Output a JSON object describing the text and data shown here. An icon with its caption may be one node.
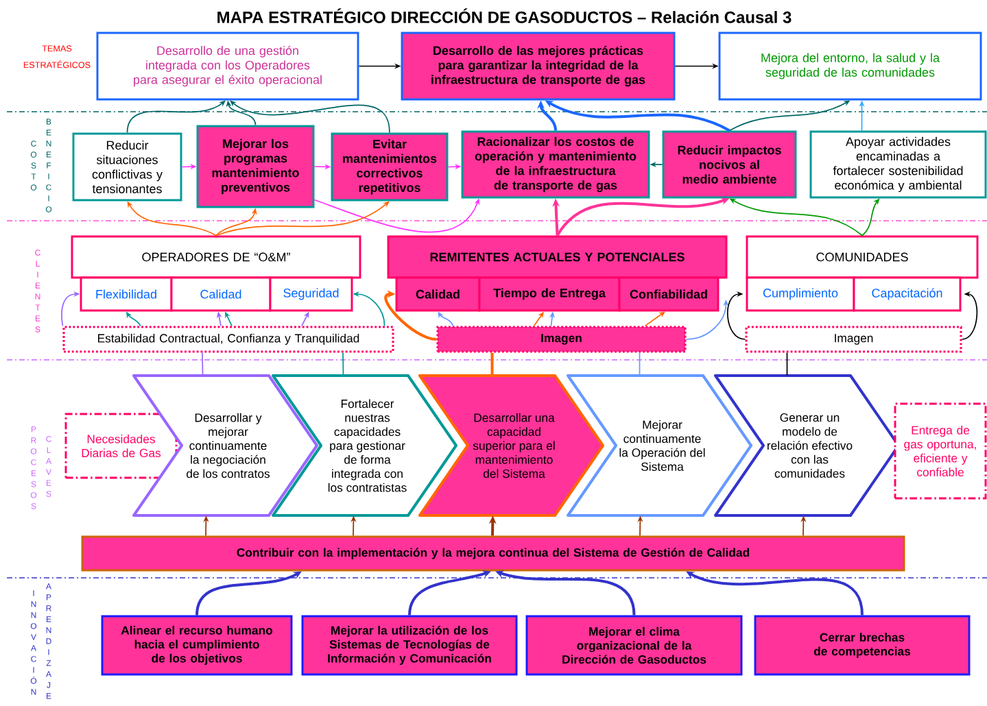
{
  "diagram": {
    "title": "MAPA ESTRATÉGICO DIRECCIÓN DE GASODUCTOS – Relación Causal 3",
    "nodes": [
      {
        "text": [
          "Desarrollo de una gestión integrada con los Operadores para asegurar el éxito operacional"
        ]
      },
      {
        "text": [
          "Desarrollo de las mejores prácticas para garantizar la integridad de la infraestructura de transporte de gas"
        ]
      },
      {
        "text": [
          "Mejora del entorno, la salud y la seguridad de las comunidades"
        ]
      },
      {
        "text": [
          "Reducir situaciones conflictivas y tensionantes"
        ]
      },
      {
        "text": [
          "Mejorar los programas mantenimiento preventivos"
        ]
      },
      {
        "text": [
          "Evitar mantenimientos correctivos repetitivos"
        ]
      },
      {
        "text": [
          "Racionalizar los costos de operación y mantenimiento de la infraestructura de transporte de gas"
        ]
      },
      {
        "text": [
          "Reducir impactos nocivos al medio ambiente"
        ]
      },
      {
        "text": [
          "Apoyar actividades encaminadas a fortalecer sostenibilidad económica y ambiental"
        ]
      },
      {
        "text": [
          "OPERADORES DE “O&M”"
        ]
      },
      {
        "text": [
          "Flexibilidad"
        ]
      },
      {
        "text": [
          "Calidad"
        ]
      },
      {
        "text": [
          "Seguridad"
        ]
      },
      {
        "text": [
          "REMITENTES ACTUALES Y POTENCIALES"
        ]
      },
      {
        "text": [
          "Calidad"
        ]
      },
      {
        "text": [
          "Tiempo de Entrega"
        ]
      },
      {
        "text": [
          "Confiabilidad"
        ]
      },
      {
        "text": [
          "COMUNIDADES"
        ]
      },
      {
        "text": [
          "Cumplimiento"
        ]
      },
      {
        "text": [
          "Capacitación"
        ]
      },
      {
        "text": [
          "Estabilidad Contractual, Confianza y Tranquilidad"
        ]
      },
      {
        "text": [
          "Imagen"
        ]
      },
      {
        "text": [
          "Imagen"
        ]
      },
      {
        "text": [
          "Necesidades Diarias de Gas"
        ]
      },
      {
        "text": [
          "Desarrollar y mejorar continuamente la negociación de los contratos"
        ]
      },
      {
        "text": [
          "Fortalecer nuestras capacidades para gestionar de forma integrada con los contratistas"
        ]
      },
      {
        "text": [
          "Desarrollar una capacidad superior para el mantenimiento del Sistema"
        ]
      },
      {
        "text": [
          "Mejorar continuamente la Operación del Sistema"
        ]
      },
      {
        "text": [
          "Generar un modelo de relación efectivo con las comunidades"
        ]
      },
      {
        "text": [
          "Entrega de gas oportuna, eficiente y confiable"
        ]
      },
      {
        "text": [
          "Contribuir con la implementación y la mejora continua del Sistema de Gestión de Calidad"
        ]
      },
      {
        "text": [
          "Alinear el recurso humano hacia el cumplimiento de los objetivos"
        ]
      },
      {
        "text": [
          "Mejorar la utilización de los Sistemas de Tecnologías de Información y Comunicación"
        ]
      },
      {
        "text": [
          "Mejorar el clima organizacional de la Dirección de Gasoductos"
        ]
      },
      {
        "text": [
          "Cerrar brechas de competencias"
        ]
      }
    ],
    "edges": [
      {
        "from": 0,
        "to": 1,
        "arrow": "to",
        "color": "#000000"
      },
      {
        "from": 1,
        "to": 2,
        "arrow": "to",
        "color": "#000000"
      },
      {
        "from": 3,
        "to": 0,
        "arrow": "to",
        "color": "#006666"
      },
      {
        "from": 4,
        "to": 0,
        "arrow": "to",
        "color": "#006666"
      },
      {
        "from": 5,
        "to": 0,
        "arrow": "to",
        "color": "#006666"
      },
      {
        "from": 3,
        "to": 4,
        "arrow": "to",
        "color": "#ff33ff"
      },
      {
        "from": 4,
        "to": 5,
        "arrow": "to",
        "color": "#ff33ff"
      },
      {
        "from": 5,
        "to": 6,
        "arrow": "to",
        "color": "#ff33ff"
      },
      {
        "from": 4,
        "to": 6,
        "arrow": "to",
        "color": "#ff33ff"
      },
      {
        "from": 7,
        "to": 6,
        "arrow": "to",
        "color": "#006666"
      },
      {
        "from": 6,
        "to": 1,
        "arrow": "to",
        "style": "thick",
        "color": "#1a66ff"
      },
      {
        "from": 7,
        "to": 1,
        "arrow": "to",
        "style": "thick",
        "color": "#1a66ff"
      },
      {
        "from": 7,
        "to": 2,
        "arrow": "to",
        "color": "#006666"
      },
      {
        "from": 8,
        "to": 2,
        "arrow": "to",
        "color": "#33aaff"
      },
      {
        "from": 9,
        "to": 3,
        "arrow": "to",
        "color": "#ff6600"
      },
      {
        "from": 9,
        "to": 4,
        "arrow": "to",
        "color": "#ff6600"
      },
      {
        "from": 9,
        "to": 5,
        "arrow": "to",
        "color": "#ff6600"
      },
      {
        "from": 13,
        "to": 6,
        "arrow": "to",
        "style": "thick",
        "color": "#ff3399"
      },
      {
        "from": 13,
        "to": 7,
        "arrow": "to",
        "style": "thick",
        "color": "#ff3399"
      },
      {
        "from": 17,
        "to": 7,
        "arrow": "to",
        "color": "#009900"
      },
      {
        "from": 17,
        "to": 8,
        "arrow": "to",
        "color": "#009900"
      },
      {
        "from": 20,
        "to": 10,
        "arrow": "to",
        "color": "#9966ff"
      },
      {
        "from": 20,
        "to": 10,
        "arrow": "to",
        "color": "#009999"
      },
      {
        "from": 20,
        "to": 11,
        "arrow": "to",
        "color": "#9966ff"
      },
      {
        "from": 20,
        "to": 11,
        "arrow": "to",
        "color": "#009999"
      },
      {
        "from": 20,
        "to": 12,
        "arrow": "to",
        "color": "#9966ff"
      },
      {
        "from": 20,
        "to": 12,
        "arrow": "to",
        "color": "#009999"
      },
      {
        "from": 21,
        "to": 14,
        "arrow": "to",
        "style": "thick",
        "color": "#ff6600"
      },
      {
        "from": 21,
        "to": 14,
        "arrow": "to",
        "color": "#6699ff"
      },
      {
        "from": 21,
        "to": 15,
        "arrow": "to",
        "color": "#ff6600"
      },
      {
        "from": 21,
        "to": 15,
        "arrow": "to",
        "color": "#6699ff"
      },
      {
        "from": 21,
        "to": 16,
        "arrow": "to",
        "color": "#ff6600"
      },
      {
        "from": 21,
        "to": 16,
        "arrow": "to",
        "color": "#6699ff"
      },
      {
        "from": 22,
        "to": 18,
        "arrow": "to",
        "color": "#000000"
      },
      {
        "from": 22,
        "to": 19,
        "arrow": "to",
        "color": "#000000"
      },
      {
        "from": 24,
        "to": 20,
        "arrow": "none",
        "color": "#9966ff"
      },
      {
        "from": 25,
        "to": 20,
        "arrow": "none",
        "color": "#009999"
      },
      {
        "from": 26,
        "to": 21,
        "arrow": "none",
        "style": "thick",
        "color": "#ff6600"
      },
      {
        "from": 27,
        "to": 21,
        "arrow": "none",
        "color": "#6699ff"
      },
      {
        "from": 28,
        "to": 22,
        "arrow": "none",
        "color": "#000000"
      },
      {
        "from": 30,
        "to": 24,
        "arrow": "to",
        "color": "#993300"
      },
      {
        "from": 30,
        "to": 25,
        "arrow": "to",
        "color": "#993300"
      },
      {
        "from": 30,
        "to": 26,
        "arrow": "to",
        "style": "thick",
        "color": "#993300"
      },
      {
        "from": 30,
        "to": 27,
        "arrow": "to",
        "color": "#993300"
      },
      {
        "from": 30,
        "to": 28,
        "arrow": "to",
        "color": "#993300"
      },
      {
        "from": 31,
        "to": 30,
        "arrow": "to",
        "style": "thick",
        "color": "#3333cc"
      },
      {
        "from": 32,
        "to": 30,
        "arrow": "to",
        "style": "thick",
        "color": "#3333cc"
      },
      {
        "from": 33,
        "to": 30,
        "arrow": "to",
        "style": "thick",
        "color": "#3333cc"
      },
      {
        "from": 34,
        "to": 30,
        "arrow": "to",
        "style": "thick",
        "color": "#3333cc"
      }
    ],
    "labels": [
      "TEMAS ESTRATÉGICOS",
      "COSTO",
      "BENEFICIO",
      "CLIENTES",
      "PROCESOS",
      "CLAVES",
      "INNOVACIÓN",
      "APRENDIZAJE"
    ]
  }
}
